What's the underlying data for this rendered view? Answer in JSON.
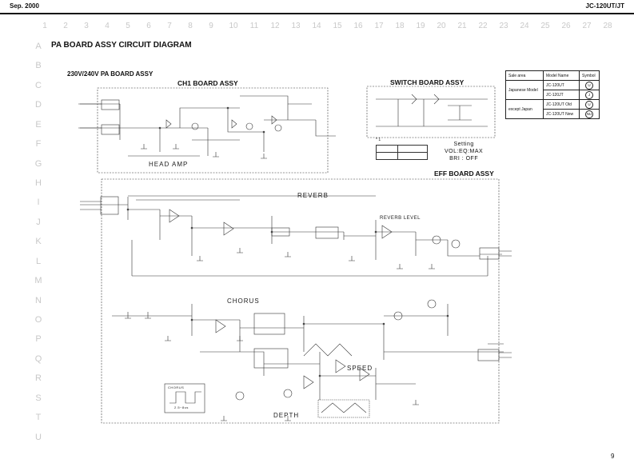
{
  "header": {
    "date": "Sep. 2000",
    "model": "JC-120UT/JT"
  },
  "grid": {
    "columns": [
      "1",
      "2",
      "3",
      "4",
      "5",
      "6",
      "7",
      "8",
      "9",
      "10",
      "11",
      "12",
      "13",
      "14",
      "15",
      "16",
      "17",
      "18",
      "19",
      "20",
      "21",
      "22",
      "23",
      "24",
      "25",
      "26",
      "27",
      "28"
    ],
    "rows": [
      "A",
      "B",
      "C",
      "D",
      "E",
      "F",
      "G",
      "H",
      "I",
      "J",
      "K",
      "L",
      "M",
      "N",
      "O",
      "P",
      "Q",
      "R",
      "S",
      "T",
      "U"
    ]
  },
  "title": "PA BOARD ASSY CIRCUIT DIAGRAM",
  "subtitle": "230V/240V PA BOARD ASSY",
  "boards": {
    "ch1": "CH1 BOARD ASSY",
    "switch": "SWITCH BOARD ASSY",
    "eff": "EFF BOARD ASSY"
  },
  "legend": {
    "headers": [
      "Sale area",
      "Model Name",
      "Symbol"
    ],
    "rows": [
      {
        "area": "Japanese Model",
        "model": "JC-120UT",
        "symbol": "U"
      },
      {
        "area": "",
        "model": "JC-120JT",
        "symbol": "J"
      },
      {
        "area": "except Japan",
        "model": "JC-120UT  Old",
        "symbol": "U"
      },
      {
        "area": "",
        "model": "JC-120UT  New",
        "symbol": "NU"
      }
    ]
  },
  "setting_note": {
    "line1": "Setting",
    "line2": "VOL:EQ:MAX",
    "line3": "BRI  :  OFF"
  },
  "star_note": "* 1",
  "labels": {
    "head_amp": "HEAD AMP",
    "reverb": "REVERB",
    "reverb_level": "REVERB LEVEL",
    "chorus": "CHORUS",
    "speed": "SPEED",
    "depth": "DEPTH",
    "chorus_wave": "CHORUS",
    "wave_time": "2.5~8us"
  },
  "page_number": "9"
}
